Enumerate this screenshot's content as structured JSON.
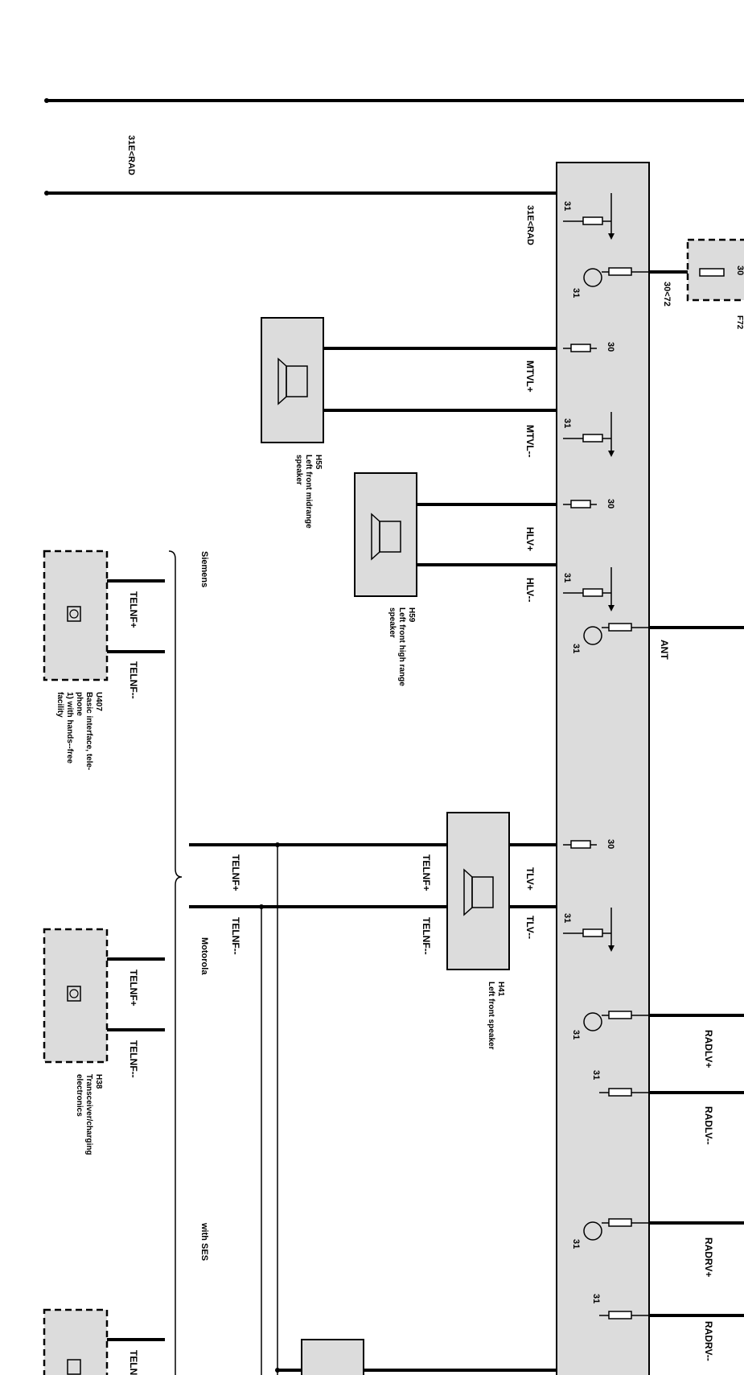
{
  "wires": {
    "top_label": "31E<RAD",
    "second_label": "31E<RAD"
  },
  "module": {
    "pin_ground": "31",
    "pin_supply": "30",
    "signals": {
      "supply_in": "30<72",
      "mtvl_plus": "MTVL+",
      "mtvl_minus": "MTVL--",
      "hlv_plus": "HLV+",
      "hlv_minus": "HLV--",
      "ant": "ANT",
      "tlv_plus": "TLV+",
      "tlv_minus": "TLV--",
      "radlv_plus": "RADLV+",
      "radlv_minus": "RADLV--",
      "radrv_plus": "RADRV+",
      "radrv_minus": "RADRV--"
    }
  },
  "fuse": {
    "pin": "30",
    "label": "F72"
  },
  "components": {
    "h55": {
      "id": "H55",
      "desc1": "Left front midrange",
      "desc2": "speaker"
    },
    "h59": {
      "id": "H59",
      "desc1": "Left front high range",
      "desc2": "speaker"
    },
    "h41": {
      "id": "H41",
      "desc1": "Left front speaker"
    },
    "u407": {
      "id": "U407",
      "desc1": "Basic interface, tele-",
      "desc2": "phone",
      "desc3": "1) with hands--free",
      "desc4": "facility"
    },
    "h38": {
      "id": "H38",
      "desc1": "Transceiver/charging",
      "desc2": "electronics"
    }
  },
  "telephone": {
    "telnf_plus": "TELNF+",
    "telnf_minus": "TELNF--",
    "telnf_cut": "TELNF"
  },
  "variants": {
    "siemens": "Siemens",
    "motorola": "Motorola",
    "with_ses": "with SES"
  }
}
